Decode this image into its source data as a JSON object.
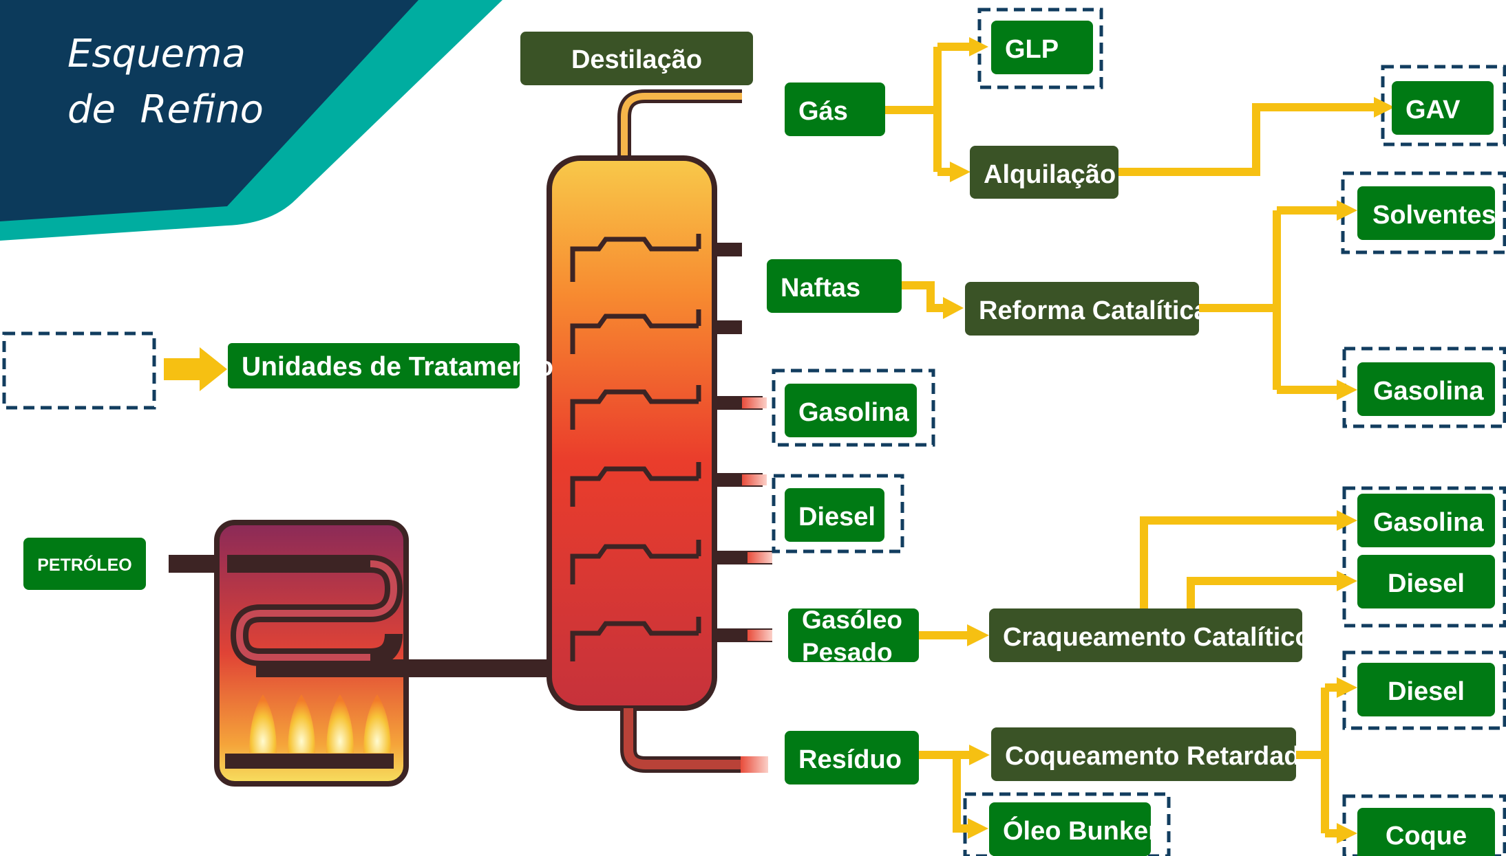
{
  "title": {
    "line1": "Esquema",
    "line2": "de  Refino"
  },
  "header": {
    "label": "Destilação"
  },
  "input": {
    "label": "PETRÓLEO"
  },
  "treatment": {
    "label": "Unidades de Tratamento"
  },
  "fractions": {
    "gas": "Gás",
    "naftas": "Naftas",
    "gasolina": "Gasolina",
    "diesel": "Diesel",
    "gasoleo_line1": "Gasóleo",
    "gasoleo_line2": "Pesado",
    "residuo": "Resíduo"
  },
  "processes": {
    "alquilacao": "Alquilação",
    "reforma": "Reforma Catalítica",
    "craqueamento": "Craqueamento Catalítico",
    "coqueamento": "Coqueamento Retardado"
  },
  "products": {
    "glp": "GLP",
    "gav": "GAV",
    "solventes": "Solventes",
    "gasolina_reforma": "Gasolina",
    "gasolina_craq": "Gasolina",
    "diesel_craq": "Diesel",
    "diesel_coque": "Diesel",
    "coque": "Coque",
    "oleo_bunker": "Óleo Bunker"
  },
  "colors": {
    "product_green": "#007a14",
    "process_green": "#3a5326",
    "arrow_yellow": "#f6c012",
    "dashed_navy": "#123d5f",
    "title_navy": "#0c3a5b",
    "title_teal": "#00ada0"
  }
}
